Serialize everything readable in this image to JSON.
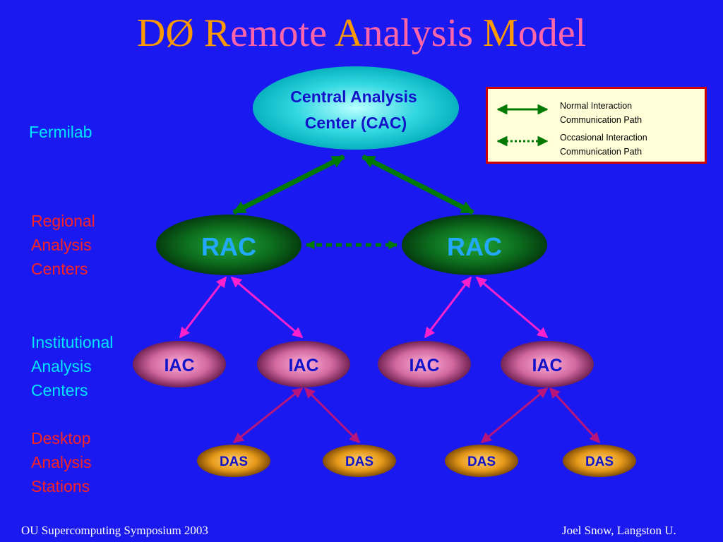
{
  "title": {
    "d_slash": "DØ",
    "r": "R",
    "emote": "emote",
    "a": "A",
    "nalysis": "nalysis",
    "m": "M",
    "odel": "odel"
  },
  "side_labels": {
    "fermilab": "Fermilab",
    "regional": [
      "Regional",
      "Analysis",
      "Centers"
    ],
    "institutional": [
      "Institutional",
      "Analysis",
      "Centers"
    ],
    "desktop": [
      "Desktop",
      "Analysis",
      "Stations"
    ]
  },
  "nodes": {
    "cac": [
      "Central Analysis",
      "Center (CAC)"
    ],
    "rac": [
      "RAC",
      "RAC"
    ],
    "iac": [
      "IAC",
      "IAC",
      "IAC",
      "IAC"
    ],
    "das": [
      "DAS",
      "DAS",
      "DAS",
      "DAS"
    ]
  },
  "legend": {
    "normal": [
      "Normal Interaction",
      "Communication Path"
    ],
    "occasional": [
      "Occasional Interaction",
      "Communication Path"
    ]
  },
  "footer": {
    "left": "OU Supercomputing Symposium 2003",
    "right": "Joel Snow, Langston U."
  },
  "colors": {
    "background": "#1a1af0",
    "title_orange": "#ff9900",
    "title_pink": "#ff66aa",
    "fermilab_label": "#00e5ff",
    "regional_label": "#ff2222",
    "institutional_label": "#00e5ff",
    "desktop_label": "#ff2222",
    "normal_path": "#007a00",
    "rac_iac_path": "#ff22cc",
    "iac_das_path": "#b8157a",
    "legend_border": "#d00000",
    "legend_fill": "#ffffd8"
  }
}
